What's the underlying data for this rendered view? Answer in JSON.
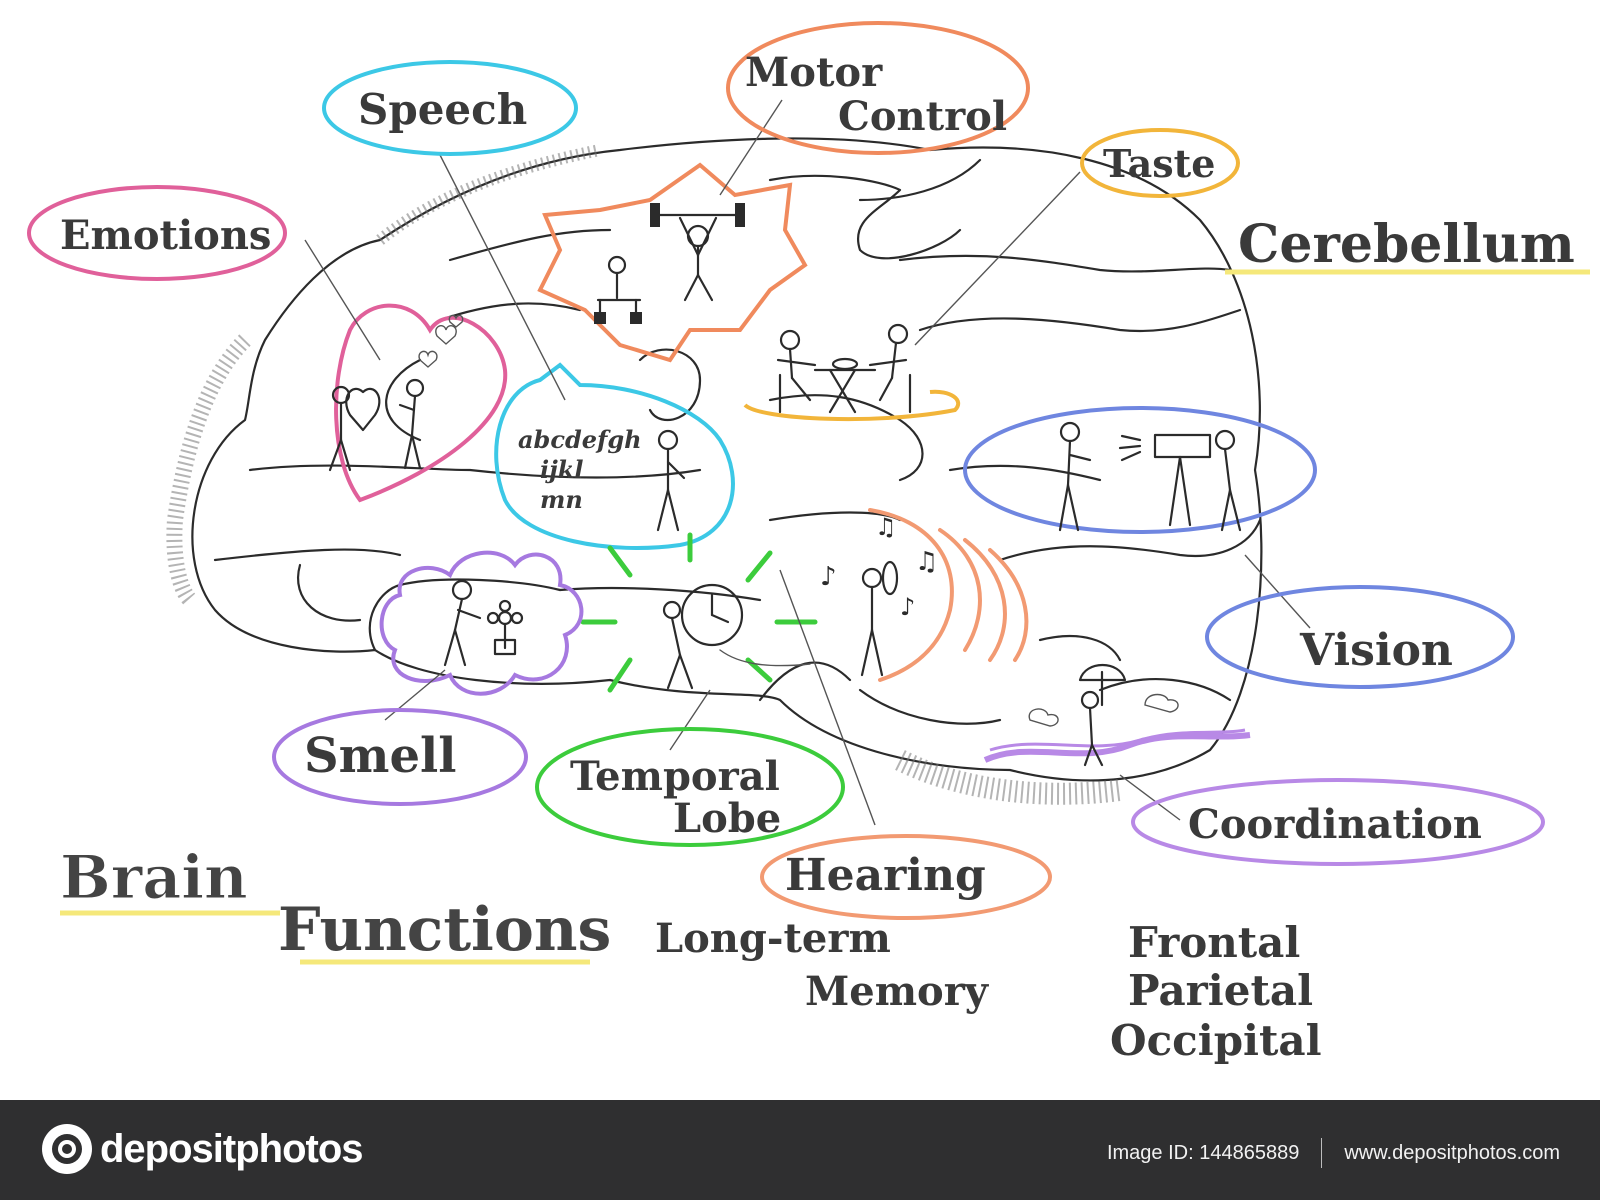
{
  "title": {
    "line1": "Brain",
    "line2": "Functions"
  },
  "labels": {
    "speech": "Speech",
    "motor": "Motor",
    "control": "Control",
    "taste": "Taste",
    "cerebellum": "Cerebellum",
    "emotions": "Emotions",
    "vision": "Vision",
    "smell": "Smell",
    "temporal": "Temporal",
    "lobe": "Lobe",
    "hearing": "Hearing",
    "coordination": "Coordination",
    "long_term": "Long-term",
    "memory": "Memory",
    "frontal": "Frontal",
    "parietal": "Parietal",
    "occipital": "Occipital"
  },
  "speech_bubble_text": {
    "line1": "abcdefgh",
    "line2": "ijkl",
    "line3": "mn"
  },
  "footer": {
    "brand": "depositphotos",
    "image_id": "Image ID: 144865889",
    "site": "www.depositphotos.com"
  },
  "colors": {
    "speech": "#3cc8e6",
    "motor": "#f08a5d",
    "taste": "#f2b53a",
    "cerebellum_underline": "#f5e87a",
    "emotions": "#e0609a",
    "vision": "#6f86e0",
    "smell": "#a679e0",
    "temporal": "#3ccc3c",
    "hearing": "#f29a72",
    "coordination": "#b889e6",
    "footer_bg": "#2f2f30"
  }
}
